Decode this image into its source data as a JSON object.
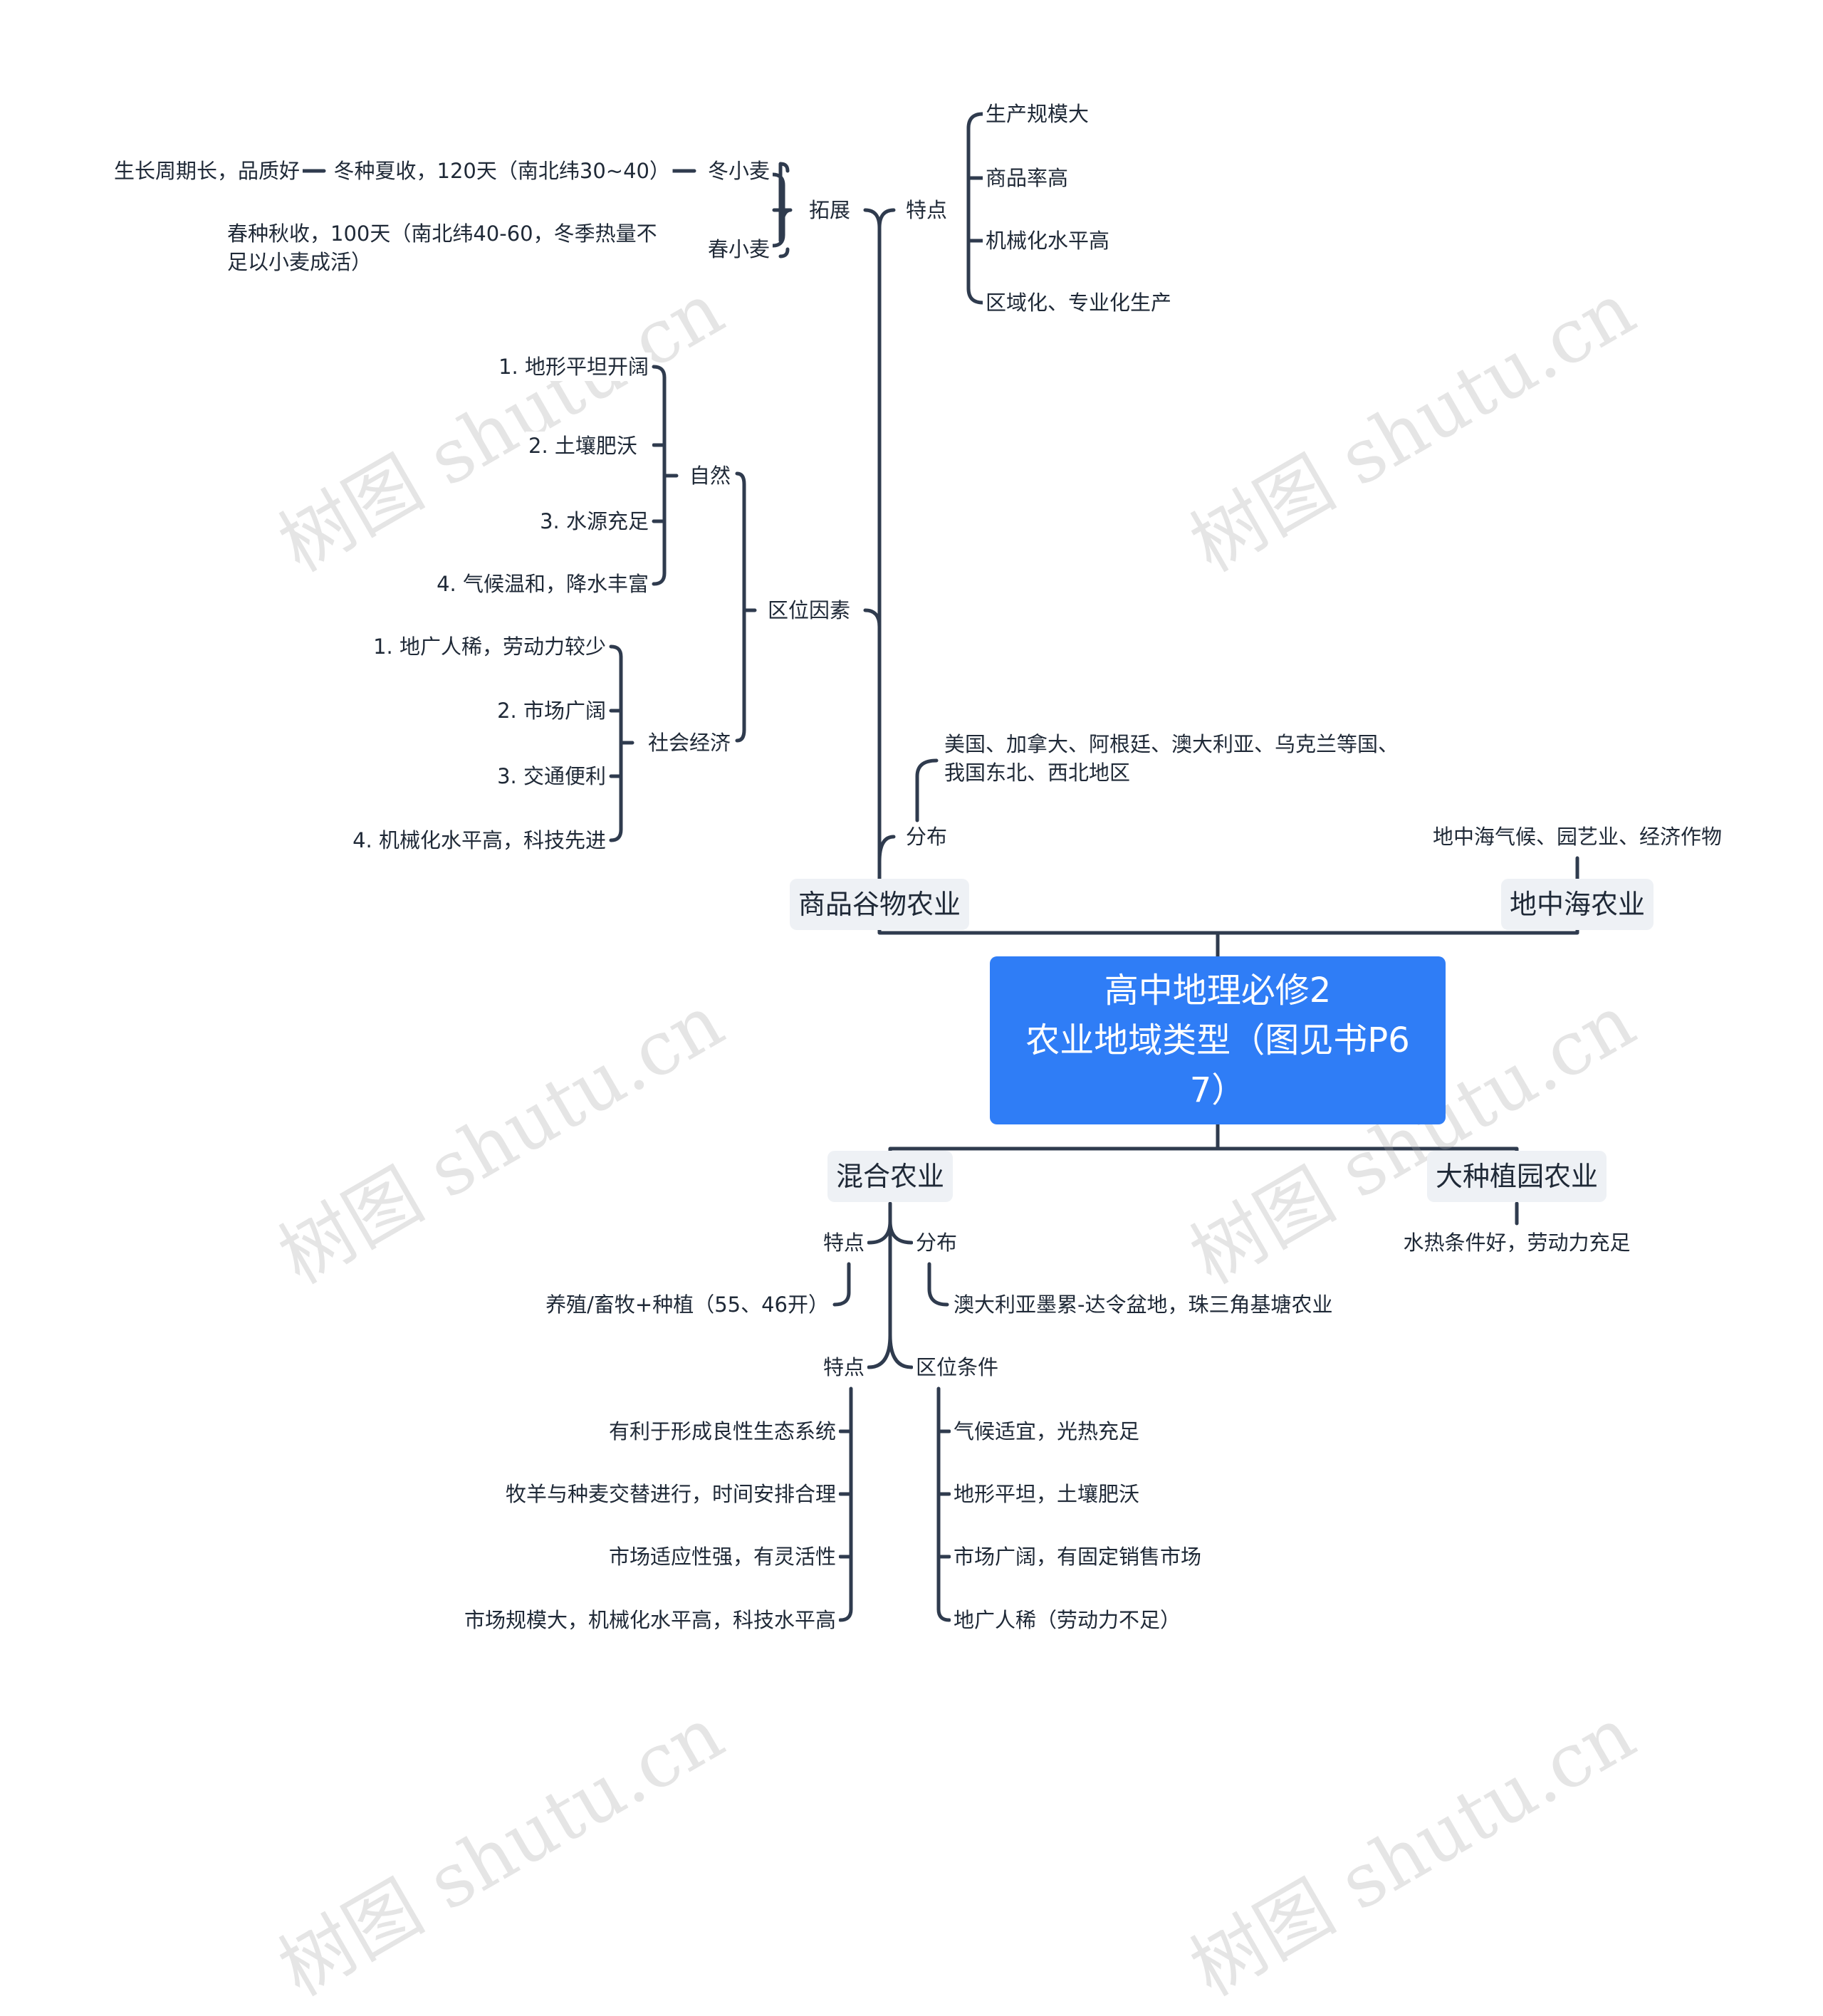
{
  "root": {
    "line1": "高中地理必修2",
    "line2": "农业地域类型（图见书P6",
    "line3": "7）"
  },
  "grain": {
    "title": "商品谷物农业",
    "expand": {
      "label": "拓展",
      "winter": {
        "label": "冬小麦",
        "detail": "冬种夏收，120天（南北纬30~40）",
        "note": "生长周期长，品质好"
      },
      "spring": {
        "label": "春小麦",
        "detail": "春种秋收，100天（南北纬40-60，冬季热量不足以小麦成活）"
      }
    },
    "features": {
      "label": "特点",
      "items": [
        "生产规模大",
        "商品率高",
        "机械化水平高",
        "区域化、专业化生产"
      ]
    },
    "location": {
      "label": "区位因素",
      "natural": {
        "label": "自然",
        "items": [
          "1.  地形平坦开阔",
          "2.  土壤肥沃",
          "3.  水源充足",
          "4.  气候温和，降水丰富"
        ]
      },
      "social": {
        "label": "社会经济",
        "items": [
          "1.  地广人稀，劳动力较少",
          "2.  市场广阔",
          "3.  交通便利",
          "4.  机械化水平高，科技先进"
        ]
      }
    },
    "distribution": {
      "label": "分布",
      "detail": "美国、加拿大、阿根廷、澳大利亚、乌克兰等国、我国东北、西北地区"
    }
  },
  "mediterranean": {
    "title": "地中海农业",
    "detail": "地中海气候、园艺业、经济作物"
  },
  "mixed": {
    "title": "混合农业",
    "feature1": {
      "label": "特点",
      "detail": "养殖/畜牧+种植（55、46开）"
    },
    "distribution": {
      "label": "分布",
      "detail": "澳大利亚墨累-达令盆地，珠三角基塘农业"
    },
    "feature2": {
      "label": "特点",
      "items": [
        "有利于形成良性生态系统",
        "牧羊与种麦交替进行，时间安排合理",
        "市场适应性强，有灵活性",
        "市场规模大，机械化水平高，科技水平高"
      ]
    },
    "conditions": {
      "label": "区位条件",
      "items": [
        "气候适宜，光热充足",
        "地形平坦，土壤肥沃",
        "市场广阔，有固定销售市场",
        "地广人稀（劳动力不足）"
      ]
    }
  },
  "plantation": {
    "title": "大种植园农业",
    "detail": "水热条件好，劳动力充足"
  },
  "watermark": "树图 shutu.cn"
}
